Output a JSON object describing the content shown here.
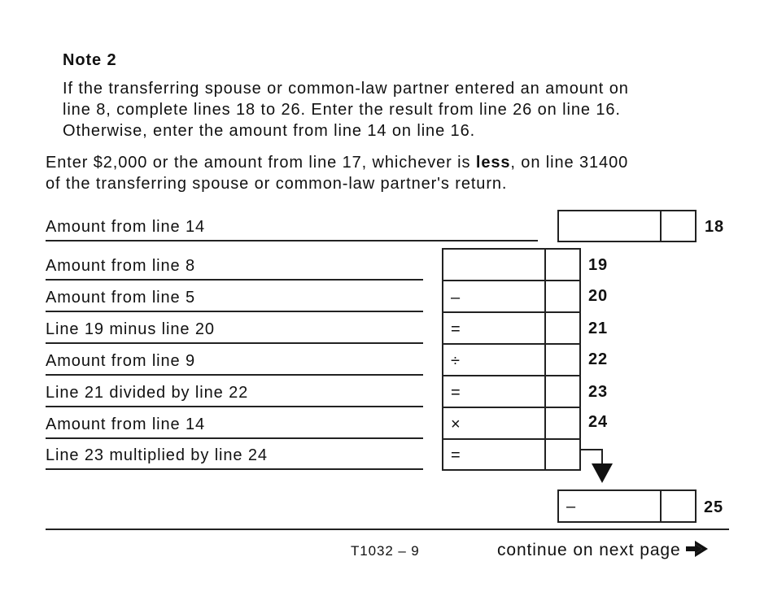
{
  "note": {
    "title": "Note 2",
    "body": "If the transferring spouse or common-law partner entered an amount on\nline 8, complete lines 18 to 26. Enter the result from line 26 on line 16.\nOtherwise, enter the amount from line 14 on line 16."
  },
  "intro": {
    "before": "Enter $2,000 or the amount from line 17, whichever is ",
    "bold": "less",
    "after": ", on line 31400\nof the transferring spouse or common-law partner's return."
  },
  "lines": [
    {
      "label": "Amount from line 14",
      "op": "",
      "num": "18"
    },
    {
      "label": "Amount from line 8",
      "op": "",
      "num": "19"
    },
    {
      "label": "Amount from line 5",
      "op": "–",
      "num": "20"
    },
    {
      "label": "Line 19 minus line 20",
      "op": "=",
      "num": "21"
    },
    {
      "label": "Amount from line 9",
      "op": "÷",
      "num": "22"
    },
    {
      "label": "Line 21 divided by line 22",
      "op": "=",
      "num": "23"
    },
    {
      "label": "Amount from line 14",
      "op": "×",
      "num": "24"
    },
    {
      "label": "Line 23 multiplied by line 24",
      "op": "=",
      "num": ""
    },
    {
      "label": "",
      "op": "–",
      "num": "25"
    }
  ],
  "footer": {
    "page_number": "T1032 – 9",
    "continue_text": "continue on next page",
    "arrow_icon": "right-arrow-icon"
  }
}
